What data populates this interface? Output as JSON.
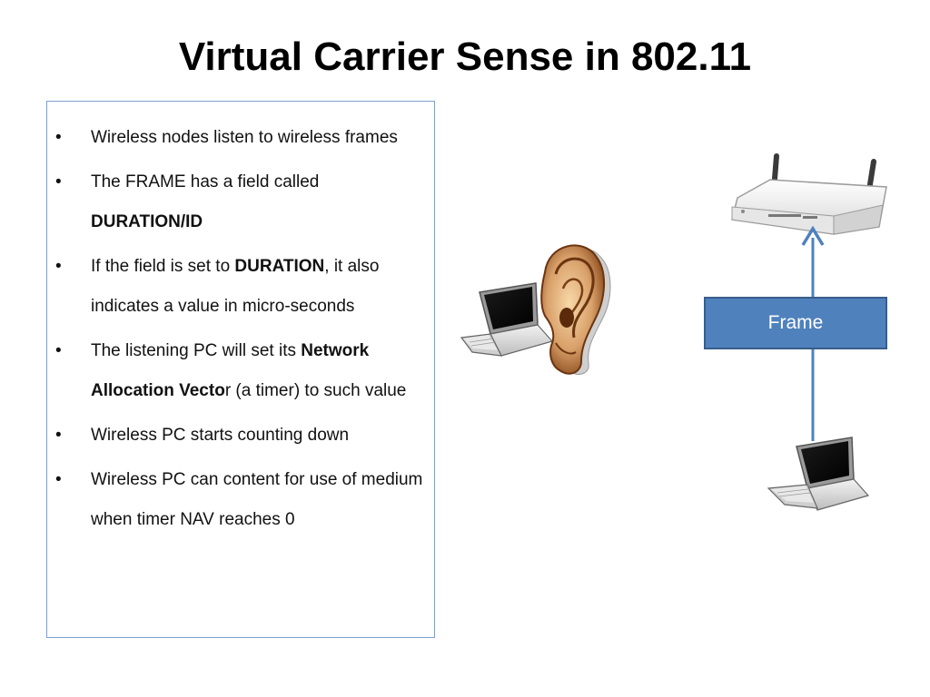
{
  "slide": {
    "title": "Virtual Carrier Sense in 802.11"
  },
  "bullets": [
    {
      "segments": [
        {
          "text": "Wireless nodes listen to wireless frames",
          "bold": false
        }
      ]
    },
    {
      "segments": [
        {
          "text": "The FRAME has a field called ",
          "bold": false
        },
        {
          "text": "DURATION/ID",
          "bold": true
        }
      ]
    },
    {
      "segments": [
        {
          "text": "If the field is set to ",
          "bold": false
        },
        {
          "text": "DURATION",
          "bold": true
        },
        {
          "text": ", it also indicates a value in micro-seconds",
          "bold": false
        }
      ]
    },
    {
      "segments": [
        {
          "text": "The listening PC will set its ",
          "bold": false
        },
        {
          "text": "Network Allocation Vecto",
          "bold": true
        },
        {
          "text": "r (a timer) to such value",
          "bold": false
        }
      ]
    },
    {
      "segments": [
        {
          "text": "Wireless PC starts counting down",
          "bold": false
        }
      ]
    },
    {
      "segments": [
        {
          "text": "Wireless PC can content for use of medium when timer NAV reaches 0",
          "bold": false
        }
      ]
    }
  ],
  "diagram": {
    "frame_label": "Frame",
    "colors": {
      "frame_fill": "#4f81bd",
      "frame_border": "#385d8a",
      "arrow": "#4f81bd"
    },
    "icons": [
      "laptop-icon",
      "ear-icon",
      "router-icon",
      "laptop-icon"
    ]
  }
}
